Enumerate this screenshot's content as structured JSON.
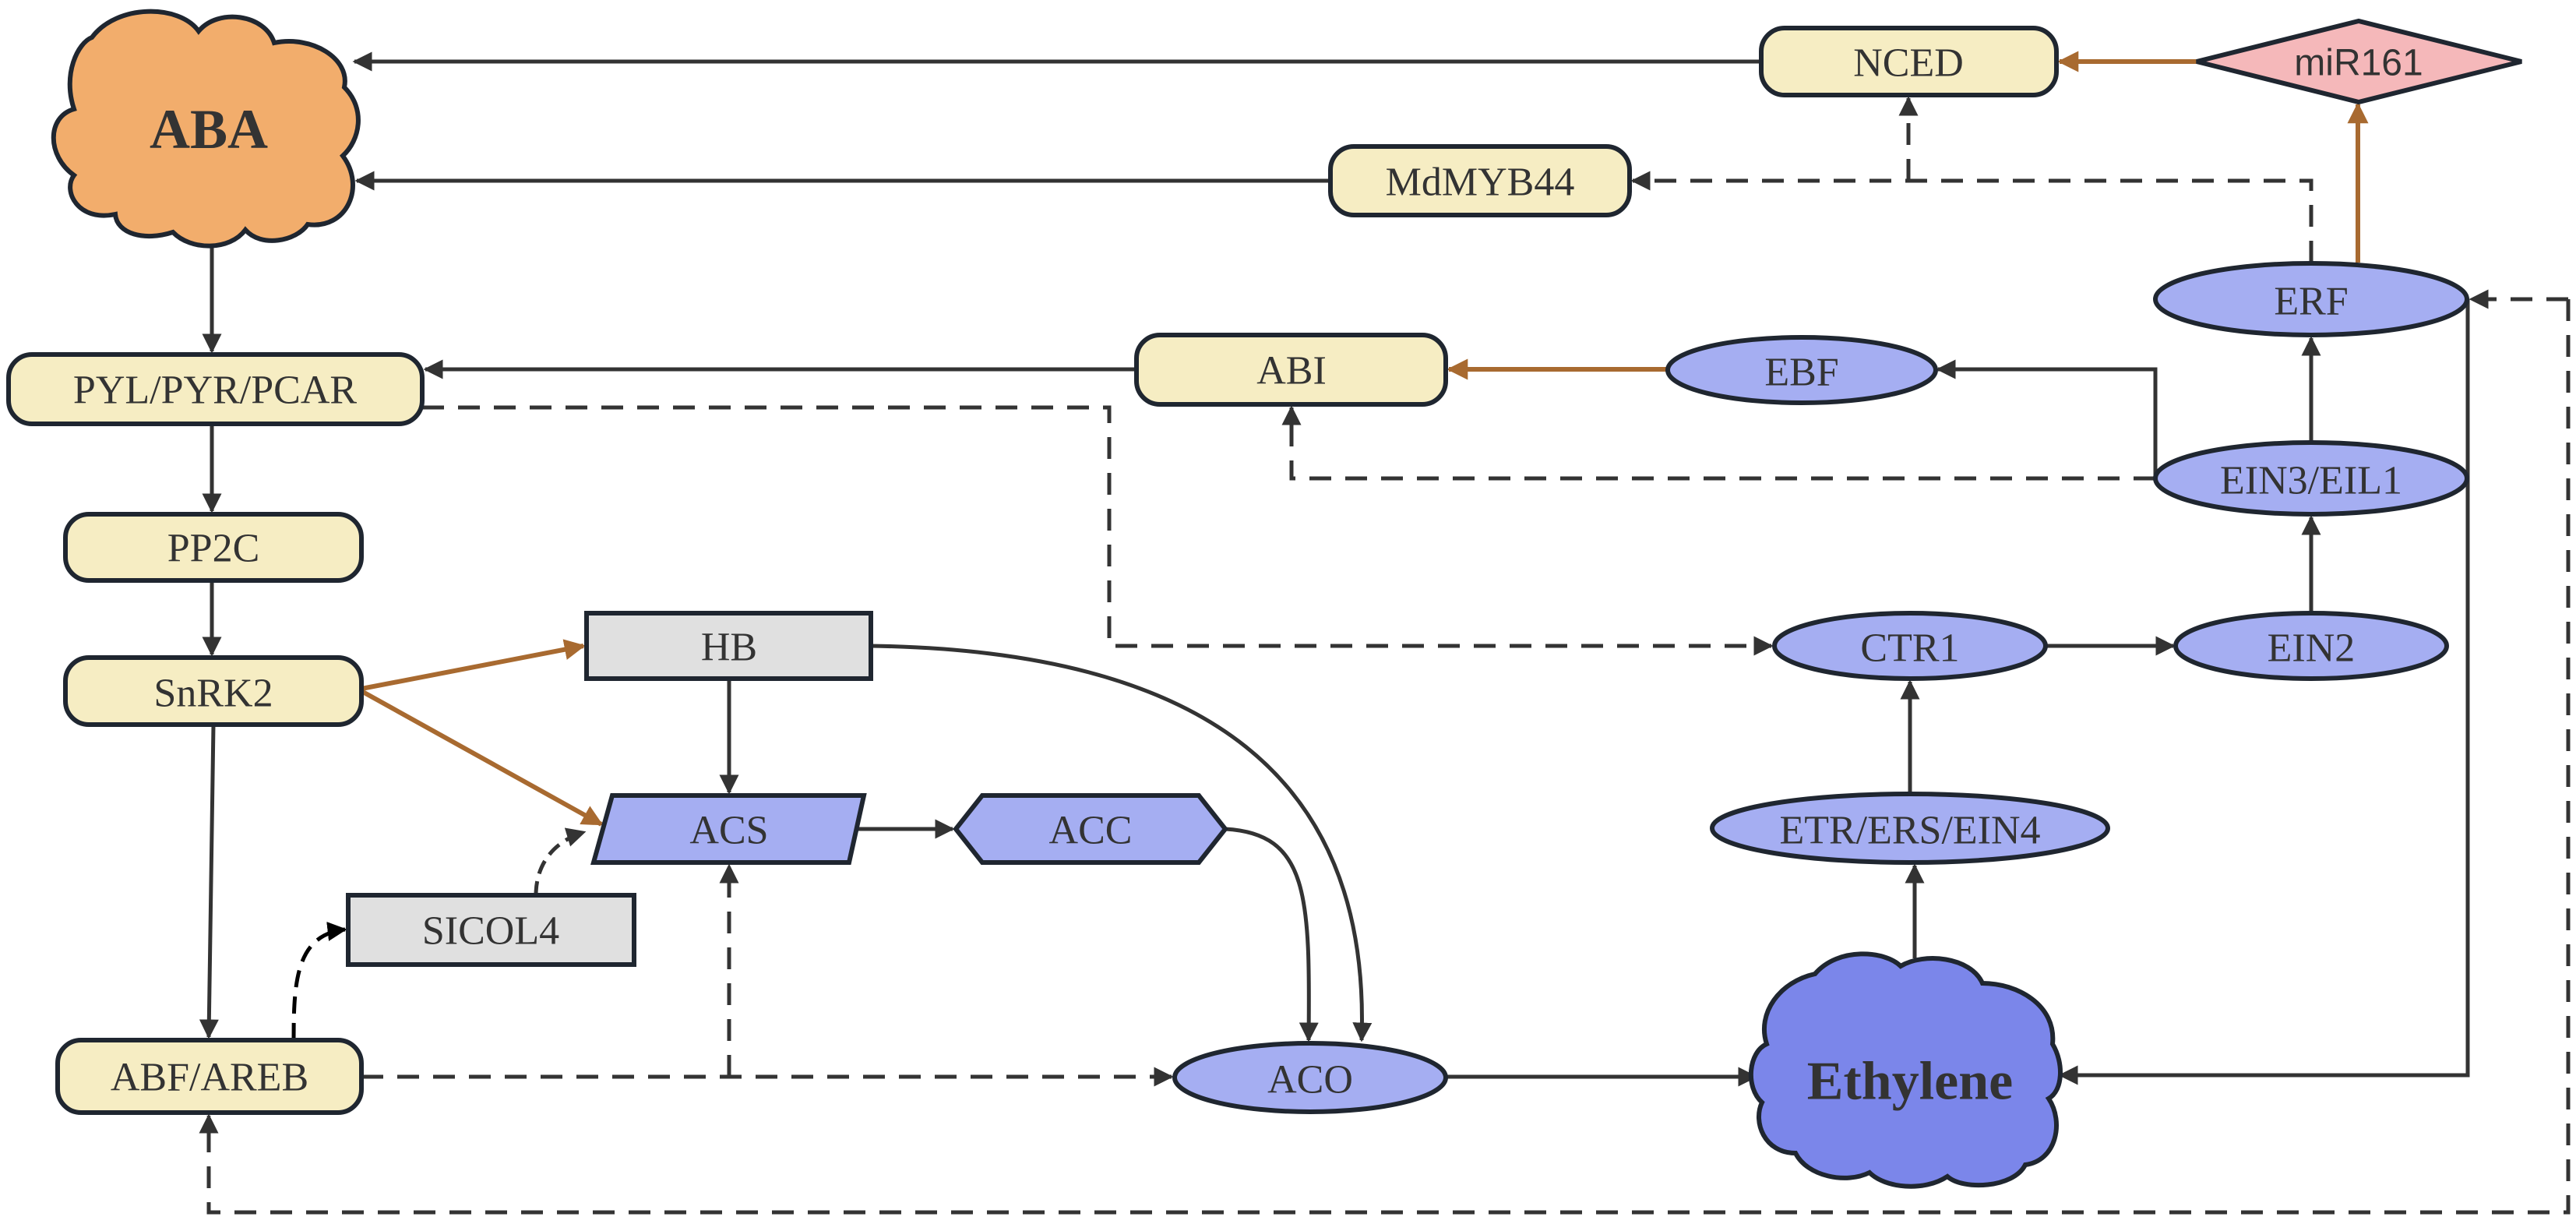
{
  "diagram": {
    "title": "ABA and ethylene signaling crosstalk",
    "colors": {
      "aba_cloud": "#f2ad6c",
      "ethylene_cloud": "#7b86ea",
      "aba_component": "#f6edc3",
      "ethylene_component": "#a5aef2",
      "other_regulator": "#e0e0e0",
      "microrna": "#f5b8ba",
      "edge": "#333333",
      "edge_highlight": "#a86a30",
      "outline": "#1f2630"
    },
    "nodes": {
      "aba": {
        "label": "ABA",
        "shape": "cloud"
      },
      "ethylene": {
        "label": "Ethylene",
        "shape": "cloud"
      },
      "nced": {
        "label": "NCED",
        "shape": "rounded-box"
      },
      "mir161": {
        "label": "miR161",
        "shape": "diamond"
      },
      "mdmyb44": {
        "label": "MdMYB44",
        "shape": "rounded-box"
      },
      "erf": {
        "label": "ERF",
        "shape": "ellipse"
      },
      "pyl": {
        "label": "PYL/PYR/PCAR",
        "shape": "rounded-box"
      },
      "abi": {
        "label": "ABI",
        "shape": "rounded-box"
      },
      "ebf": {
        "label": "EBF",
        "shape": "ellipse"
      },
      "ein3": {
        "label": "EIN3/EIL1",
        "shape": "ellipse"
      },
      "pp2c": {
        "label": "PP2C",
        "shape": "rounded-box"
      },
      "hb": {
        "label": "HB",
        "shape": "rectangle"
      },
      "ctr1": {
        "label": "CTR1",
        "shape": "ellipse"
      },
      "ein2": {
        "label": "EIN2",
        "shape": "ellipse"
      },
      "snrk2": {
        "label": "SnRK2",
        "shape": "rounded-box"
      },
      "acs": {
        "label": "ACS",
        "shape": "parallelogram"
      },
      "acc": {
        "label": "ACC",
        "shape": "hexagon"
      },
      "etr": {
        "label": "ETR/ERS/EIN4",
        "shape": "ellipse"
      },
      "sicol4": {
        "label": "SICOL4",
        "shape": "rectangle"
      },
      "abf": {
        "label": "ABF/AREB",
        "shape": "rounded-box"
      },
      "aco": {
        "label": "ACO",
        "shape": "ellipse"
      }
    },
    "edges": [
      {
        "from": "NCED",
        "to": "ABA",
        "style": "solid",
        "color": "dark"
      },
      {
        "from": "miR161",
        "to": "NCED",
        "style": "solid",
        "color": "brown"
      },
      {
        "from": "MdMYB44",
        "to": "ABA",
        "style": "solid",
        "color": "dark"
      },
      {
        "from": "ERF",
        "to": "MdMYB44",
        "style": "dashed",
        "color": "dark"
      },
      {
        "from": "ERF",
        "to": "NCED",
        "style": "dashed",
        "color": "dark"
      },
      {
        "from": "ERF",
        "to": "miR161",
        "style": "solid",
        "color": "brown"
      },
      {
        "from": "ABA",
        "to": "PYL/PYR/PCAR",
        "style": "solid",
        "color": "dark"
      },
      {
        "from": "ABI",
        "to": "PYL/PYR/PCAR",
        "style": "solid",
        "color": "dark"
      },
      {
        "from": "EBF",
        "to": "ABI",
        "style": "solid",
        "color": "brown"
      },
      {
        "from": "EIN3/EIL1",
        "to": "EBF",
        "style": "solid",
        "color": "dark"
      },
      {
        "from": "EIN3/EIL1",
        "to": "ABI",
        "style": "dashed",
        "color": "dark"
      },
      {
        "from": "EIN3/EIL1",
        "to": "ERF",
        "style": "solid",
        "color": "dark"
      },
      {
        "from": "PYL/PYR/PCAR",
        "to": "PP2C",
        "style": "solid",
        "color": "dark"
      },
      {
        "from": "PYL/PYR/PCAR",
        "to": "CTR1",
        "style": "dashed",
        "color": "dark"
      },
      {
        "from": "PP2C",
        "to": "SnRK2",
        "style": "solid",
        "color": "dark"
      },
      {
        "from": "SnRK2",
        "to": "HB",
        "style": "solid",
        "color": "brown"
      },
      {
        "from": "SnRK2",
        "to": "ACS",
        "style": "solid",
        "color": "brown"
      },
      {
        "from": "SnRK2",
        "to": "ABF/AREB",
        "style": "solid",
        "color": "dark"
      },
      {
        "from": "HB",
        "to": "ACS",
        "style": "solid",
        "color": "dark"
      },
      {
        "from": "HB",
        "to": "ACO",
        "style": "solid",
        "color": "dark"
      },
      {
        "from": "ACS",
        "to": "ACC",
        "style": "solid",
        "color": "dark"
      },
      {
        "from": "ACC",
        "to": "ACO",
        "style": "solid",
        "color": "dark"
      },
      {
        "from": "SICOL4",
        "to": "ACS",
        "style": "dashed",
        "color": "dark"
      },
      {
        "from": "ABF/AREB",
        "to": "SICOL4",
        "style": "dashed",
        "color": "dark"
      },
      {
        "from": "ABF/AREB",
        "to": "ACS",
        "style": "dashed",
        "color": "dark"
      },
      {
        "from": "ABF/AREB",
        "to": "ACO",
        "style": "dashed",
        "color": "dark"
      },
      {
        "from": "ACO",
        "to": "Ethylene",
        "style": "solid",
        "color": "dark"
      },
      {
        "from": "Ethylene",
        "to": "ETR/ERS/EIN4",
        "style": "solid",
        "color": "dark"
      },
      {
        "from": "ETR/ERS/EIN4",
        "to": "CTR1",
        "style": "solid",
        "color": "dark"
      },
      {
        "from": "CTR1",
        "to": "EIN2",
        "style": "solid",
        "color": "dark"
      },
      {
        "from": "EIN2",
        "to": "EIN3/EIL1",
        "style": "solid",
        "color": "dark"
      },
      {
        "from": "ERF",
        "to": "Ethylene",
        "style": "solid",
        "color": "dark"
      },
      {
        "from": "ABF/AREB",
        "to": "ERF",
        "style": "dashed",
        "color": "dark",
        "note": "bottom loop"
      }
    ]
  }
}
